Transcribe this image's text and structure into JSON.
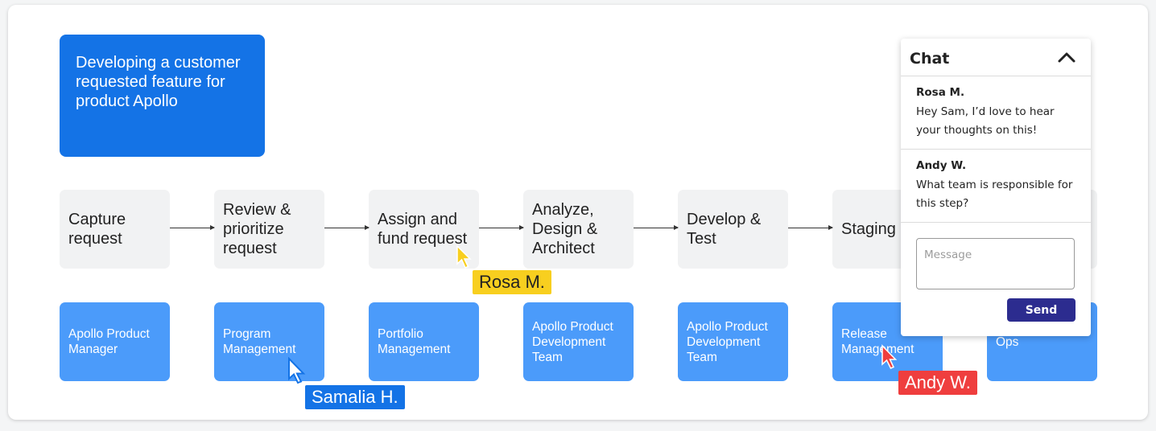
{
  "title_card": {
    "text": "Developing a customer requested feature for product Apollo"
  },
  "steps": [
    {
      "label": "Capture request",
      "team": "Apollo Product Manager"
    },
    {
      "label": "Review & prioritize request",
      "team": "Program Management"
    },
    {
      "label": "Assign and fund request",
      "team": "Portfolio Management"
    },
    {
      "label": "Analyze, Design & Architect",
      "team": "Apollo Product Development Team"
    },
    {
      "label": "Develop & Test",
      "team": "Apollo Product Development Team"
    },
    {
      "label": "Staging",
      "team": "Release Management"
    },
    {
      "label": "",
      "team": "Ops"
    }
  ],
  "cursors": [
    {
      "name": "Rosa M.",
      "color": "#f8cf1f",
      "text_color": "#222222"
    },
    {
      "name": "Samalia H.",
      "color": "#1473e6",
      "text_color": "#ffffff"
    },
    {
      "name": "Andy W.",
      "color": "#ef3e3e",
      "text_color": "#ffffff"
    }
  ],
  "chat": {
    "title": "Chat",
    "toggle_icon": "chevron-up-icon",
    "messages": [
      {
        "author": "Rosa M.",
        "text": "Hey Sam, I’d love to hear your thoughts on this!"
      },
      {
        "author": "Andy W.",
        "text": "What team is responsible for this step?"
      }
    ],
    "input_placeholder": "Message",
    "send_label": "Send"
  },
  "colors": {
    "title_card": "#1473e6",
    "team_box": "#4b9bfa",
    "step_box": "#f1f2f3",
    "send_button": "#2c2c8f"
  }
}
